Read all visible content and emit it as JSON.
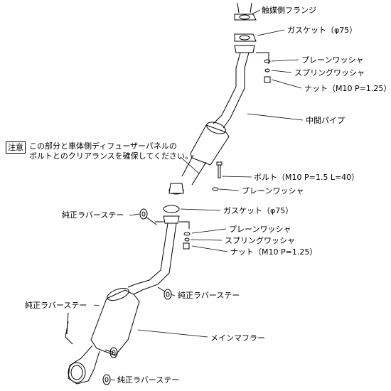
{
  "note": {
    "tag": "注意",
    "line1": "この部分と車体側ディフューザーパネルの",
    "line2": "ボルトとのクリアランスを確保してください。"
  },
  "labels": {
    "flange": "触媒側フランジ",
    "gasket_top": "ガスケット（φ75）",
    "plain_washer_top": "プレーンワッシャ",
    "spring_washer_top": "スプリングワッシャ",
    "nut_top": "ナット（M10 P=1.25）",
    "center_pipe": "中間パイプ",
    "bolt": "ボルト（M10 P=1.5 L=40）",
    "plain_washer_mid": "プレーンワッシャ",
    "rubber_stay_1": "純正ラバーステー",
    "gasket_mid": "ガスケット（φ75）",
    "plain_washer_low": "プレーンワッシャ",
    "spring_washer_low": "スプリングワッシャ",
    "nut_low": "ナット（M10 P=1.25）",
    "rubber_stay_2": "純正ラバーステー",
    "rubber_stay_3": "純正ラバーステー",
    "main_muffler": "メインマフラー",
    "rubber_stay_4": "純正ラバーステー"
  }
}
